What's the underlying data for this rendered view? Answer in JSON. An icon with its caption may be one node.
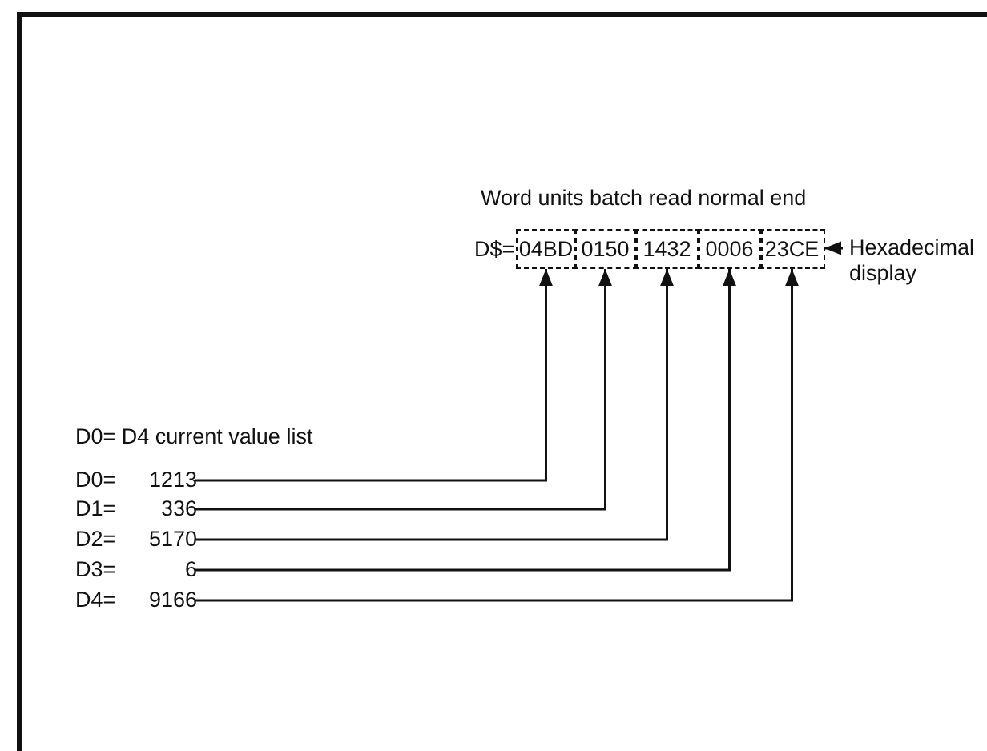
{
  "diagram": {
    "title": "Word units batch read normal end",
    "nodes": [
      {
        "text": [
          "04BD"
        ]
      },
      {
        "text": [
          "0150"
        ]
      },
      {
        "text": [
          "1432"
        ]
      },
      {
        "text": [
          "0006"
        ]
      },
      {
        "text": [
          "23CE"
        ]
      },
      {
        "text": [
          "Hexadecimal display"
        ]
      },
      {
        "text": [
          "D0= 1213"
        ]
      },
      {
        "text": [
          "D1= 336"
        ]
      },
      {
        "text": [
          "D2= 5170"
        ]
      },
      {
        "text": [
          "D3= 6"
        ]
      },
      {
        "text": [
          "D4= 9166"
        ]
      }
    ],
    "edges": [
      {
        "from": 6,
        "to": 0,
        "arrow": "to"
      },
      {
        "from": 7,
        "to": 1,
        "arrow": "to"
      },
      {
        "from": 8,
        "to": 2,
        "arrow": "to"
      },
      {
        "from": 9,
        "to": 3,
        "arrow": "to"
      },
      {
        "from": 10,
        "to": 4,
        "arrow": "to"
      },
      {
        "from": 5,
        "to": 4,
        "arrow": "to"
      }
    ],
    "labels": [
      "D$=",
      "D0= D4 current value list"
    ]
  }
}
